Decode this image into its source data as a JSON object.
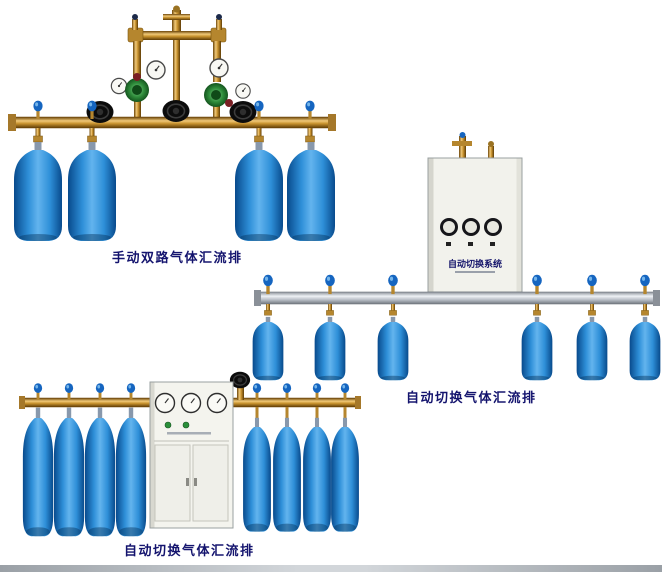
{
  "figures": {
    "manual_dual": {
      "caption": "手动双路气体汇流排"
    },
    "auto_switch_right": {
      "caption": "自动切换气体汇流排",
      "cabinet_label": "自动切换系统"
    },
    "auto_switch_bottom": {
      "caption": "自动切换气体汇流排"
    }
  },
  "colors": {
    "caption": "#14146e",
    "cylinder_blue": "#1f77c8",
    "brass_pipe": "#c8922e",
    "silver_pipe": "#c4c9cf",
    "cabinet_body": "#f2f2ec",
    "regulator_green": "#2e8b3a"
  }
}
